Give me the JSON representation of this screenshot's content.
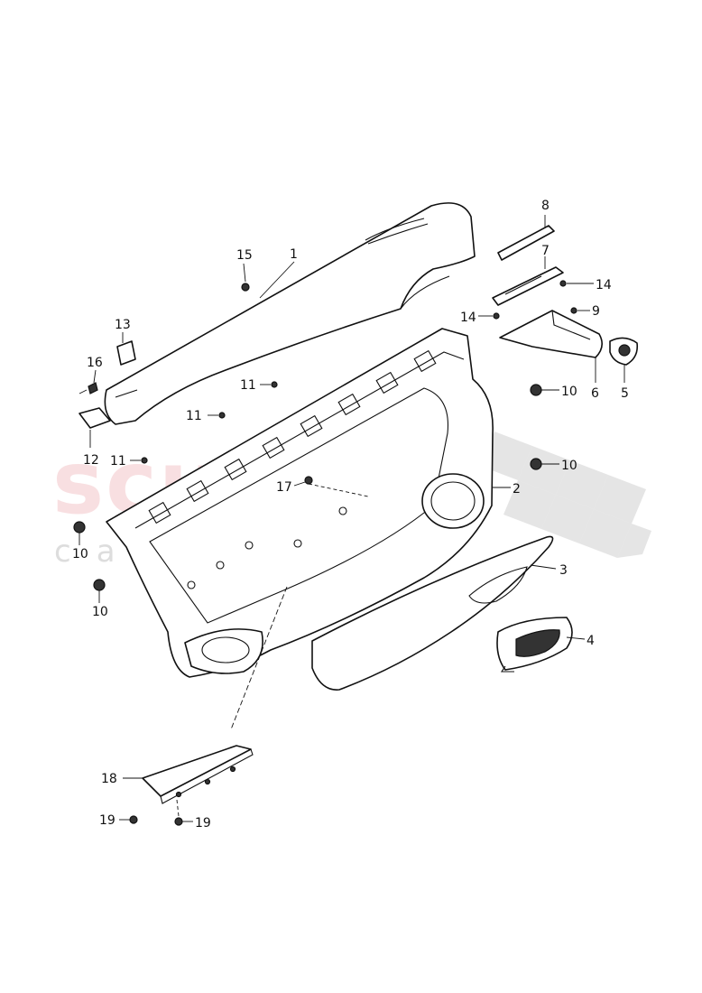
{
  "watermark": {
    "main": "scuderia",
    "sub": "car parts"
  },
  "callouts": [
    {
      "id": "1",
      "label": "1"
    },
    {
      "id": "2",
      "label": "2"
    },
    {
      "id": "3",
      "label": "3"
    },
    {
      "id": "4",
      "label": "4"
    },
    {
      "id": "5",
      "label": "5"
    },
    {
      "id": "6",
      "label": "6"
    },
    {
      "id": "7",
      "label": "7"
    },
    {
      "id": "8",
      "label": "8"
    },
    {
      "id": "9",
      "label": "9"
    },
    {
      "id": "10a",
      "label": "10"
    },
    {
      "id": "10b",
      "label": "10"
    },
    {
      "id": "10c",
      "label": "10"
    },
    {
      "id": "10d",
      "label": "10"
    },
    {
      "id": "11a",
      "label": "11"
    },
    {
      "id": "11b",
      "label": "11"
    },
    {
      "id": "11c",
      "label": "11"
    },
    {
      "id": "12",
      "label": "12"
    },
    {
      "id": "13",
      "label": "13"
    },
    {
      "id": "14a",
      "label": "14"
    },
    {
      "id": "14b",
      "label": "14"
    },
    {
      "id": "15",
      "label": "15"
    },
    {
      "id": "16",
      "label": "16"
    },
    {
      "id": "17",
      "label": "17"
    },
    {
      "id": "18",
      "label": "18"
    },
    {
      "id": "19a",
      "label": "19"
    },
    {
      "id": "19b",
      "label": "19"
    }
  ]
}
